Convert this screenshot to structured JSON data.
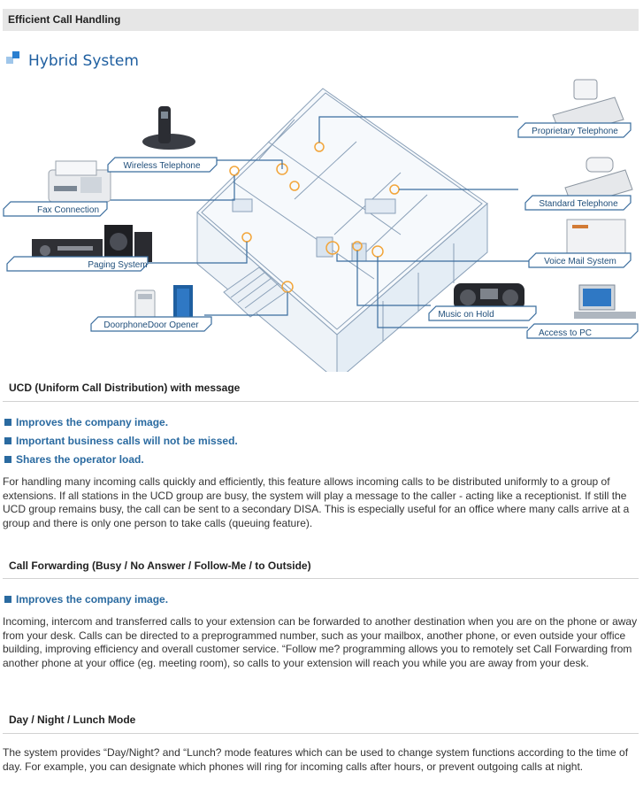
{
  "header": {
    "title": "Efficient Call Handling"
  },
  "diagram": {
    "title": "Hybrid System",
    "labels": {
      "wireless_telephone": "Wireless Telephone",
      "fax_connection": "Fax Connection",
      "paging_system": "Paging System",
      "doorphone_door_opener": "DoorphoneDoor Opener",
      "proprietary_telephone": "Proprietary Telephone",
      "standard_telephone": "Standard Telephone",
      "voice_mail_system": "Voice Mail System",
      "music_on_hold": "Music on Hold",
      "access_to_pc": "Access to PC"
    },
    "colors": {
      "label_text": "#1f4e7a",
      "label_border": "#3a6d9e",
      "accent": "#2a7fd0",
      "hotspot": "#f2a53a"
    }
  },
  "sections": [
    {
      "title": "UCD (Uniform Call Distribution) with message",
      "bullets": [
        "Improves the company image.",
        "Important business calls will not be missed.",
        "Shares the operator load."
      ],
      "paragraph": "For handling many incoming calls quickly and efficiently, this feature allows incoming calls to be distributed uniformly to a group of extensions. If all stations in the UCD group are busy, the system will play a message to the caller - acting like a receptionist. If still the UCD group remains busy, the call can be sent to a secondary DISA. This is especially useful for an office where many calls arrive at a group and there is only one person to take calls (queuing feature)."
    },
    {
      "title": "Call Forwarding (Busy / No Answer / Follow-Me / to Outside)",
      "bullets": [
        "Improves the company image."
      ],
      "paragraph": "Incoming, intercom and transferred calls to your extension can be forwarded to another destination when you are on the phone or away from your desk. Calls can be directed to a preprogrammed number, such as your mailbox, another phone, or even outside your office building, improving efficiency and overall customer service. “Follow me? programming allows you to remotely set Call Forwarding from another phone at your office (eg. meeting room), so calls to your extension will reach you while you are away from your desk."
    },
    {
      "title": "Day / Night / Lunch Mode",
      "bullets": [],
      "paragraph": "The system provides “Day/Night? and “Lunch? mode features which can be used to change system functions according to the time of day. For example, you can designate which phones will ring for incoming calls after hours, or prevent outgoing calls at night."
    }
  ]
}
